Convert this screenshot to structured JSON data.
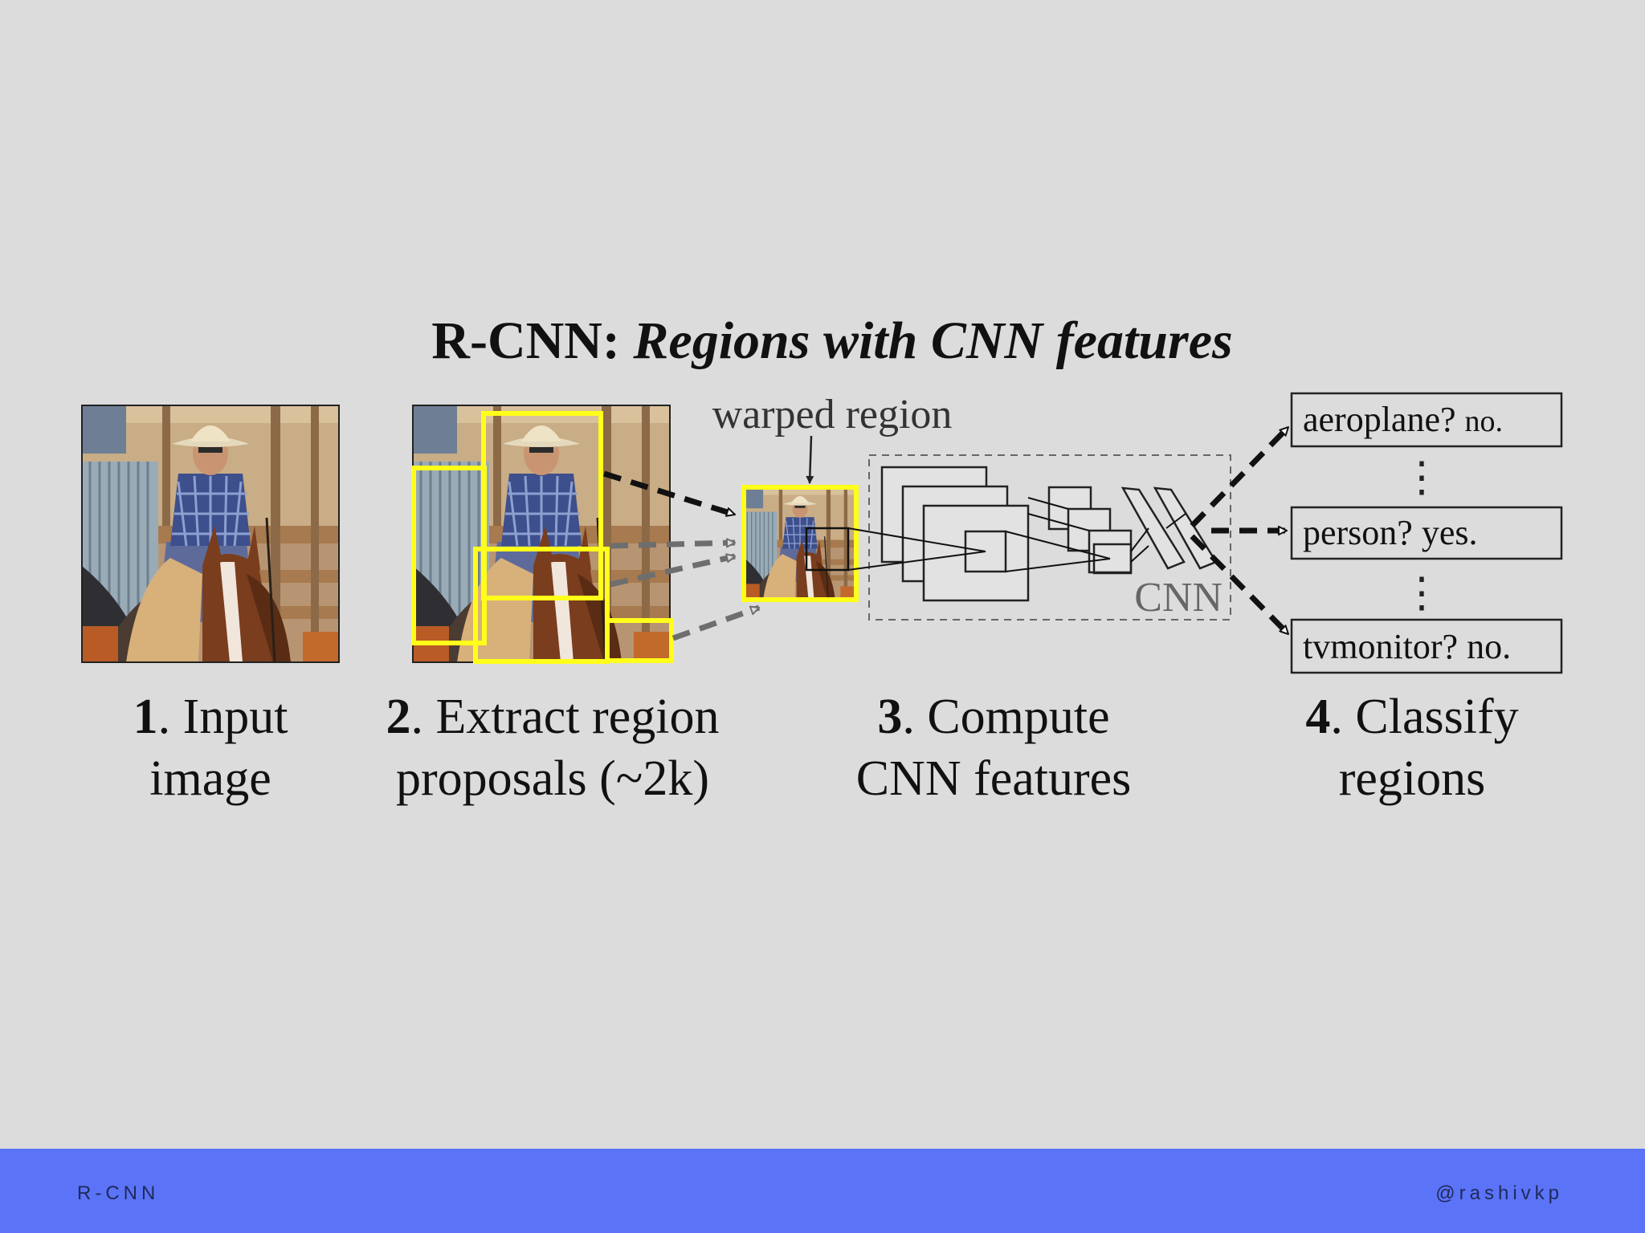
{
  "title": {
    "main": "R-CNN:",
    "italic": "Regions with CNN features"
  },
  "labels": {
    "warped_region": "warped region",
    "cnn": "CNN"
  },
  "outputs": [
    {
      "name": "aeroplane?",
      "answer": "no."
    },
    {
      "name": "person?",
      "answer": "yes."
    },
    {
      "name": "tvmonitor?",
      "answer": "no."
    }
  ],
  "ellipsis": "⋮",
  "steps": [
    {
      "num": "1",
      "line1": ". Input",
      "line2": "image"
    },
    {
      "num": "2",
      "line1": ". Extract region",
      "line2": "proposals (~2k)"
    },
    {
      "num": "3",
      "line1": ". Compute",
      "line2": "CNN features"
    },
    {
      "num": "4",
      "line1": ". Classify",
      "line2": "regions"
    }
  ],
  "footer": {
    "left": "R-CNN",
    "right": "@rashivkp"
  },
  "colors": {
    "background": "#dcdcdc",
    "footer": "#5b73f7",
    "proposal_box": "#ffff1a",
    "text": "#111111"
  }
}
